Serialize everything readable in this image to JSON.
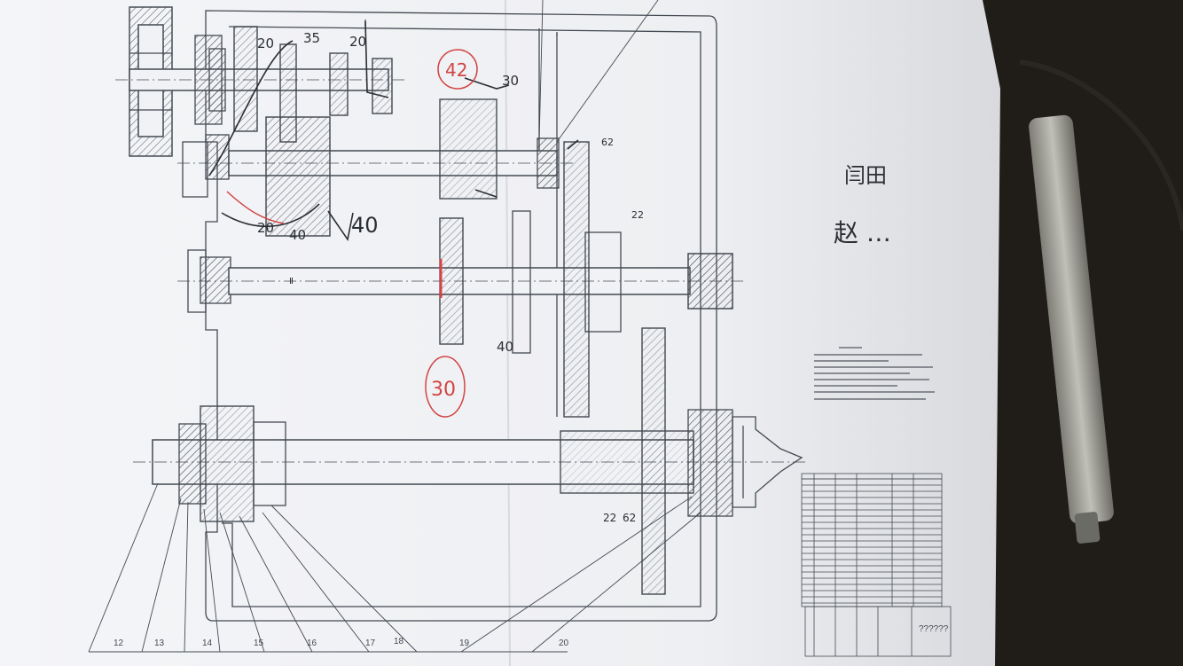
{
  "annotations": {
    "gear_teeth": [
      "20",
      "35",
      "20",
      "40",
      "40",
      "20",
      "30",
      "40",
      "22",
      "62",
      "22",
      "62"
    ],
    "circled": [
      "42",
      "30"
    ],
    "signature_lines": [
      "闫田",
      "赵 …"
    ],
    "shaft_mark": "Ⅱ"
  },
  "part_numbers": [
    "12",
    "13",
    "14",
    "15",
    "16",
    "17",
    "18",
    "19",
    "20"
  ],
  "title_block": {
    "drawing_number": "??????"
  },
  "colors": {
    "paper": "#f1f2f5",
    "line": "#444a52",
    "pencil": "#2b2e33",
    "red": "#d14545",
    "background": "#1d1a17"
  }
}
